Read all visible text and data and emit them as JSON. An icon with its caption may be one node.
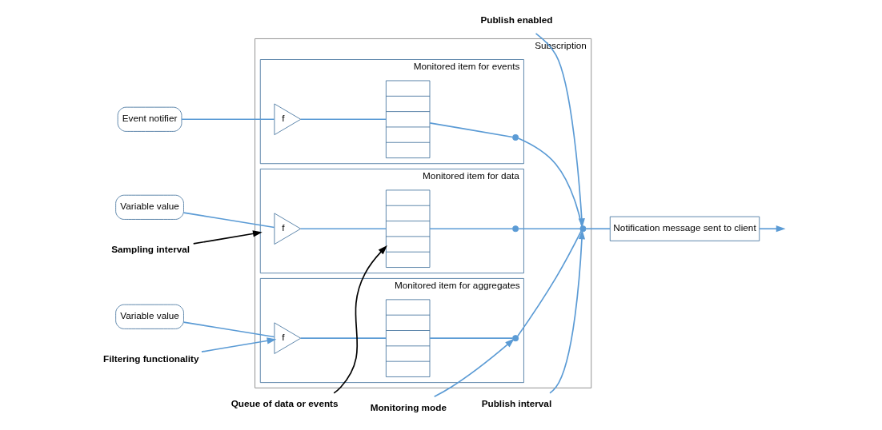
{
  "diagram": {
    "nodes": [
      {
        "text": [
          "Subscription"
        ]
      },
      {
        "text": [
          "Monitored item for data"
        ],
        "in": 0
      },
      {
        "text": [
          "Monitored item for events"
        ],
        "in": 0
      },
      {
        "text": [
          "Monitored item for aggregates"
        ],
        "in": 0
      },
      {
        "text": [
          "Variable value"
        ]
      },
      {
        "text": [
          "Event notifier"
        ]
      },
      {
        "text": [
          "Variable value"
        ]
      },
      {
        "text": [
          "f"
        ],
        "in": 1
      },
      {
        "text": [],
        "shape": "box",
        "in": 1
      },
      {
        "text": [
          "f"
        ],
        "in": 2
      },
      {
        "text": [],
        "shape": "box",
        "in": 2
      },
      {
        "text": [
          "f"
        ],
        "in": 3
      },
      {
        "text": [],
        "shape": "box",
        "in": 3
      },
      {
        "text": [
          "Notification message sent to client"
        ]
      },
      {
        "text": [],
        "shape": "switch",
        "in": 1
      },
      {
        "text": [],
        "shape": "switch",
        "in": 2
      },
      {
        "text": [],
        "shape": "switch",
        "in": 3
      },
      {
        "text": [],
        "shape": "switch",
        "in": 0
      },
      {
        "text": [
          "Sampling interval"
        ]
      },
      {
        "text": [
          "Queue of data or events"
        ]
      },
      {
        "text": [
          "Publish enabled"
        ]
      },
      {
        "text": [
          "Publish interval"
        ]
      },
      {
        "text": [
          "Filtering functionality"
        ]
      },
      {
        "text": [
          "Monitoring mode"
        ]
      }
    ],
    "edges": [
      {
        "from": 4,
        "to": 7,
        "arrow": "none"
      },
      {
        "from": 7,
        "to": 8,
        "arrow": "none"
      },
      {
        "from": 8,
        "to": 14,
        "arrow": "none"
      },
      {
        "from": 5,
        "to": 9,
        "arrow": "none"
      },
      {
        "from": 9,
        "to": 10,
        "arrow": "none"
      },
      {
        "from": 10,
        "to": 15,
        "arrow": "none"
      },
      {
        "from": 6,
        "to": 11,
        "arrow": "none"
      },
      {
        "from": 11,
        "to": 12,
        "arrow": "none"
      },
      {
        "from": 12,
        "to": 16,
        "arrow": "none"
      },
      {
        "from": 14,
        "to": 17,
        "arrow": "none"
      },
      {
        "from": 15,
        "to": 17,
        "arrow": "none"
      },
      {
        "from": 16,
        "to": 17,
        "arrow": "none"
      },
      {
        "from": 17,
        "to": 13,
        "arrow": "none"
      },
      {
        "from": 13,
        "to": null,
        "arrow": "to"
      },
      {
        "from": 18,
        "to": 1,
        "arrow": "to",
        "color": "#000000"
      },
      {
        "from": 19,
        "to": 8,
        "arrow": "to",
        "color": "#000000"
      },
      {
        "from": 20,
        "to": 17,
        "arrow": "to"
      },
      {
        "from": 21,
        "to": 17,
        "arrow": "to"
      },
      {
        "from": 22,
        "to": 11,
        "arrow": "to"
      },
      {
        "from": 23,
        "to": 16,
        "arrow": "to"
      }
    ]
  }
}
